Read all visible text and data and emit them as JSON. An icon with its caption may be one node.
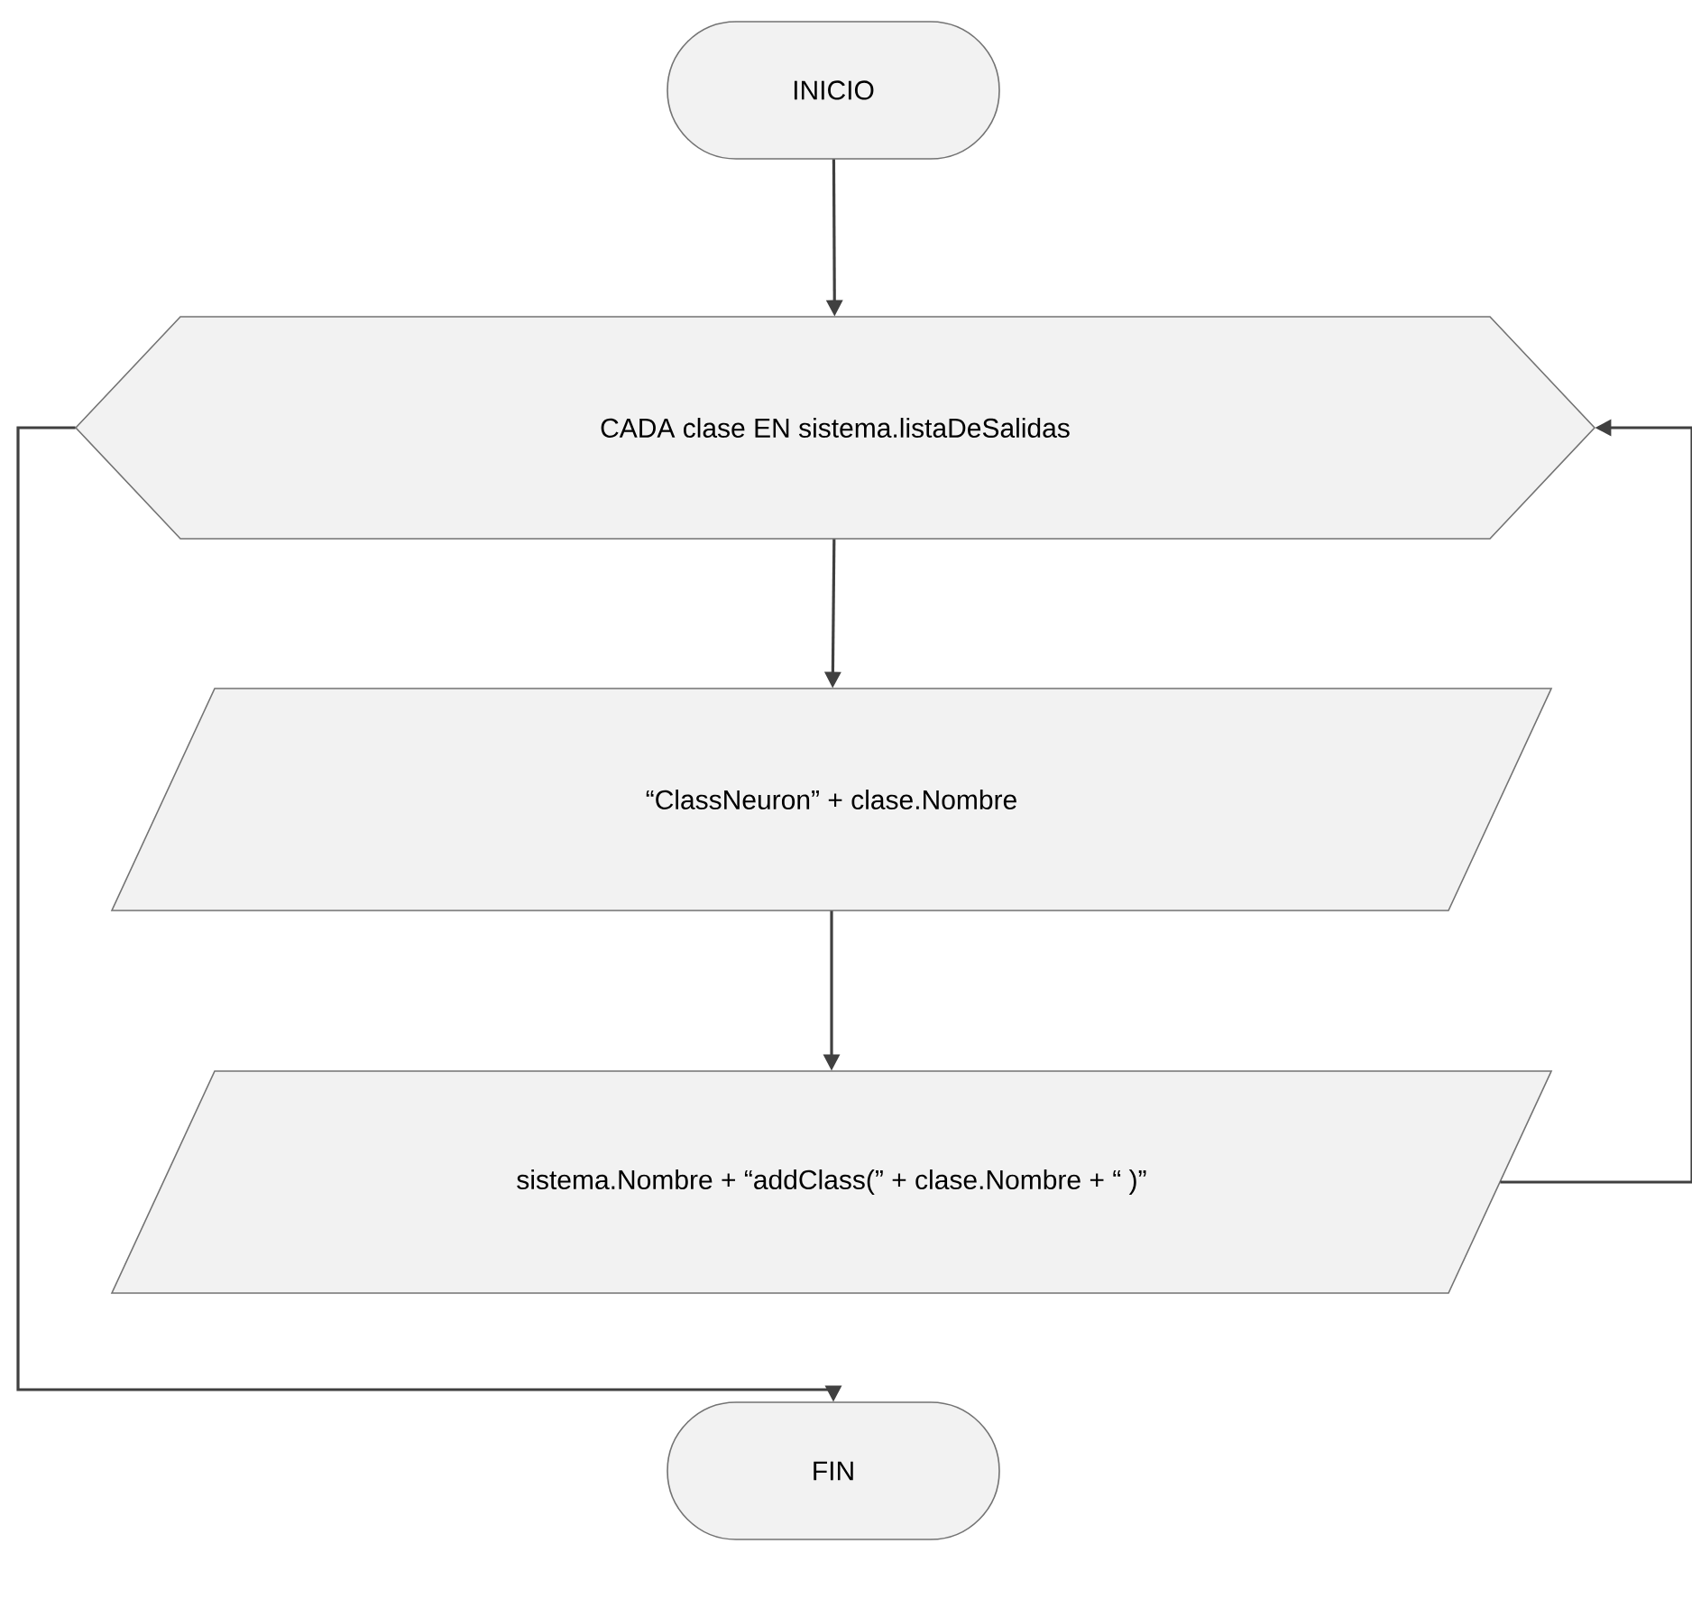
{
  "diagram": {
    "nodes": [
      {
        "text": [
          "INICIO"
        ]
      },
      {
        "text": [
          "CADA clase EN sistema.listaDeSalidas"
        ]
      },
      {
        "text": [
          "“ClassNeuron” + clase.Nombre"
        ]
      },
      {
        "text": [
          "sistema.Nombre + “addClass(” + clase.Nombre + “ )”"
        ]
      },
      {
        "text": [
          "FIN"
        ]
      }
    ],
    "edges": [
      {
        "from": 0,
        "to": 1,
        "arrow": "to"
      },
      {
        "from": 1,
        "to": 2,
        "arrow": "to"
      },
      {
        "from": 2,
        "to": 3,
        "arrow": "to"
      },
      {
        "from": 3,
        "to": 1,
        "arrow": "to"
      },
      {
        "from": 1,
        "to": 4,
        "arrow": "to"
      }
    ]
  }
}
